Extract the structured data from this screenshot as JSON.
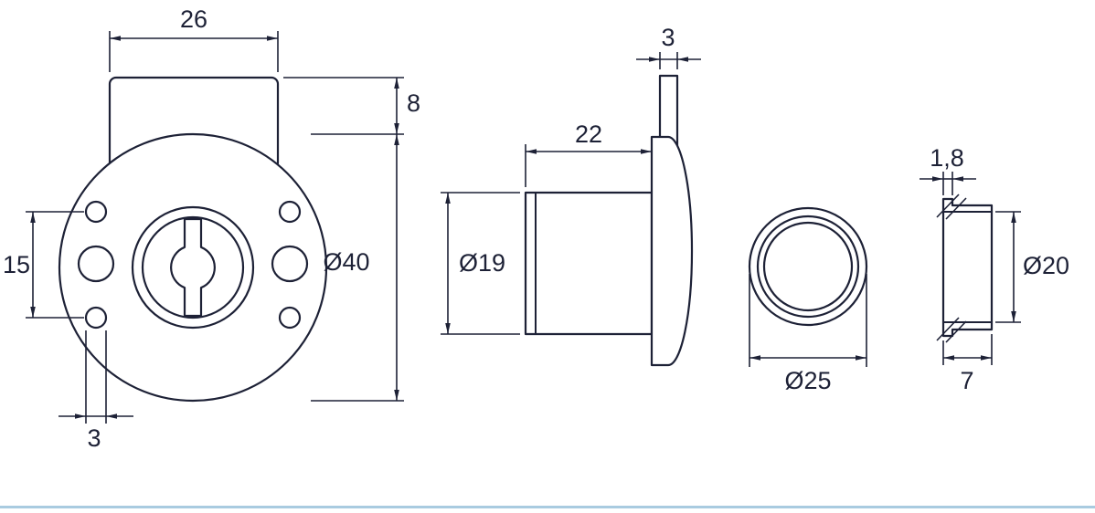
{
  "drawing": {
    "background": "#ffffff",
    "line_color": "#1d2136",
    "divider_color": "#a9cbe0",
    "description": "Technical dimension drawing of a furniture drawer lock: front view, side view, ring front view, ring section view"
  },
  "dims": {
    "front_tab_width": "26",
    "front_tab_height": "8",
    "front_hole_spacing": "15",
    "front_body_diameter": "Ø40",
    "front_screw_hole_diameter": "3",
    "side_cam_thickness": "3",
    "side_body_length": "22",
    "side_body_diameter": "Ø19",
    "ring_outer_diameter": "Ø25",
    "ring_lip_thickness": "1,8",
    "ring_inner_diameter": "Ø20",
    "ring_depth": "7"
  }
}
